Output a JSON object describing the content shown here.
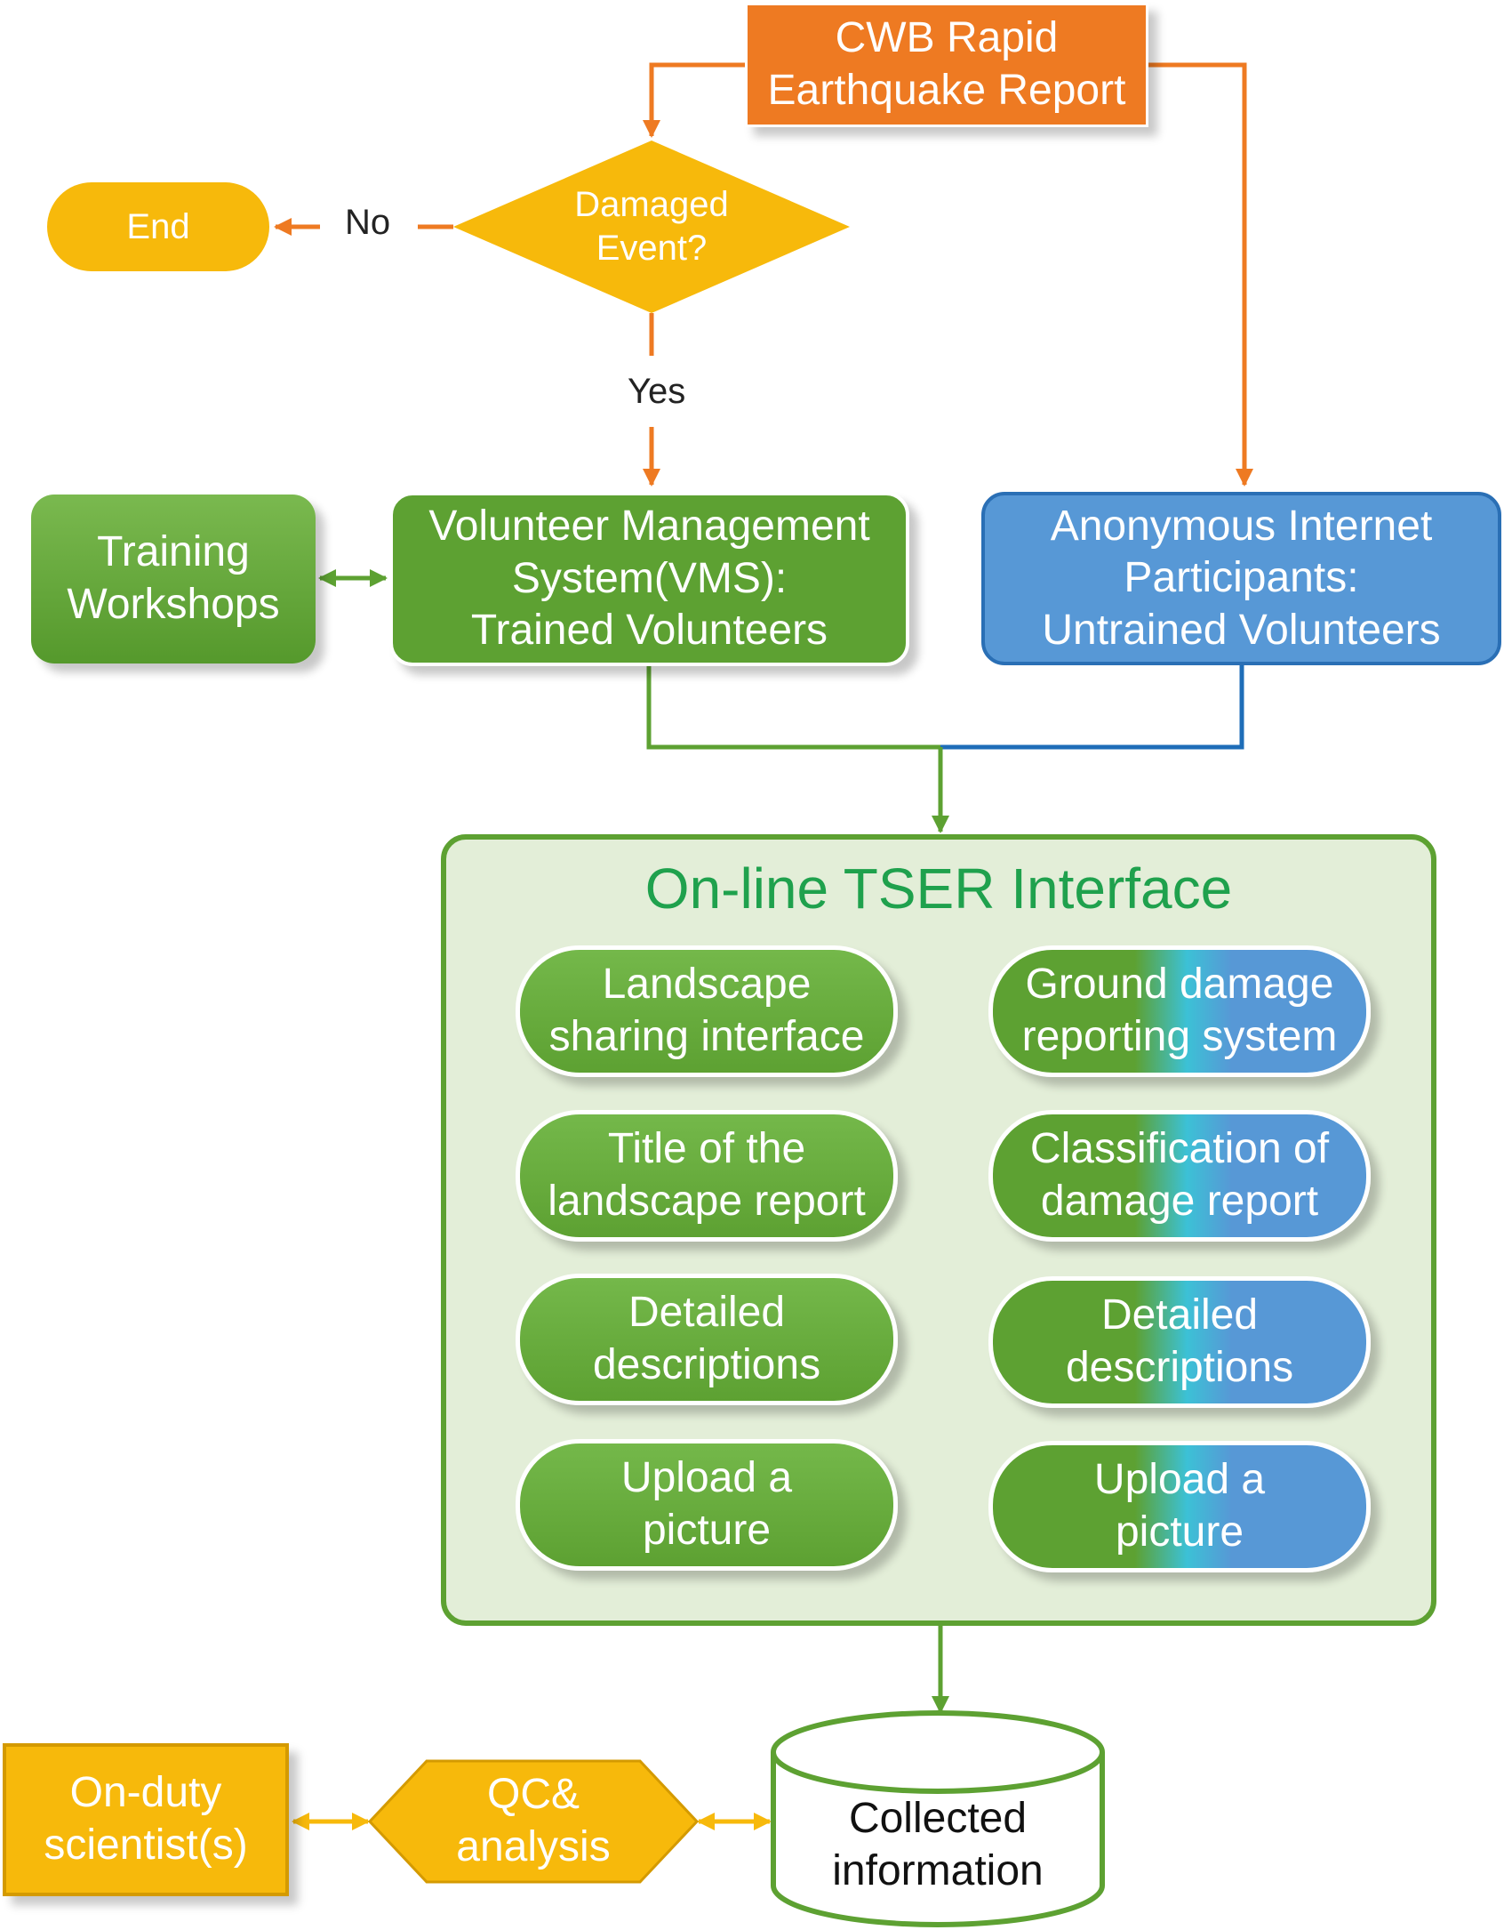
{
  "nodes": {
    "cwb_report": "CWB Rapid\nEarthquake Report",
    "damaged_event": "Damaged\nEvent?",
    "end": "End",
    "training_workshops": "Training\nWorkshops",
    "vms": "Volunteer Management\nSystem(VMS):\nTrained Volunteers",
    "anonymous": "Anonymous Internet\nParticipants:\nUntrained Volunteers",
    "collected_info": "Collected\ninformation",
    "qc_analysis": "QC&\nanalysis",
    "on_duty": "On-duty\nscientist(s)"
  },
  "edge_labels": {
    "no": "No",
    "yes": "Yes"
  },
  "interface": {
    "title": "On-line TSER Interface",
    "left_column": [
      "Landscape\nsharing interface",
      "Title of the\nlandscape report",
      "Detailed\ndescriptions",
      "Upload a\npicture"
    ],
    "right_column": [
      "Ground damage\nreporting system",
      "Classification of\ndamage report",
      "Detailed\ndescriptions",
      "Upload a\npicture"
    ]
  },
  "colors": {
    "orange": "#ee7a22",
    "yellow": "#f7b90b",
    "green": "#5da132",
    "blue": "#5798d6",
    "interface_bg": "#e3eed8",
    "interface_title": "#1fa14d"
  }
}
